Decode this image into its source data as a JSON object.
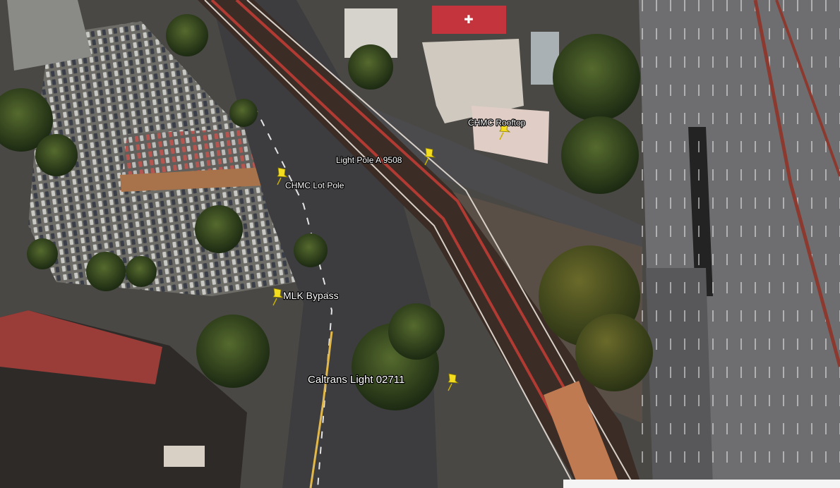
{
  "view": {
    "type": "aerial-3d",
    "pin_color": "#f4dc1f"
  },
  "placemarks": [
    {
      "id": "chmc-rooftop",
      "label": "CHMC Rooftop",
      "icon": "pushpin-icon"
    },
    {
      "id": "light-pole-a-9508",
      "label": "Light Pole A 9508",
      "icon": "pushpin-icon"
    },
    {
      "id": "chmc-lot-pole",
      "label": "CHMC Lot Pole",
      "icon": "pushpin-icon"
    },
    {
      "id": "mlk-bypass",
      "label": "MLK Bypass",
      "icon": "pushpin-icon"
    },
    {
      "id": "caltrans-light-02711",
      "label": "Caltrans Light 02711",
      "icon": "pushpin-icon"
    }
  ]
}
